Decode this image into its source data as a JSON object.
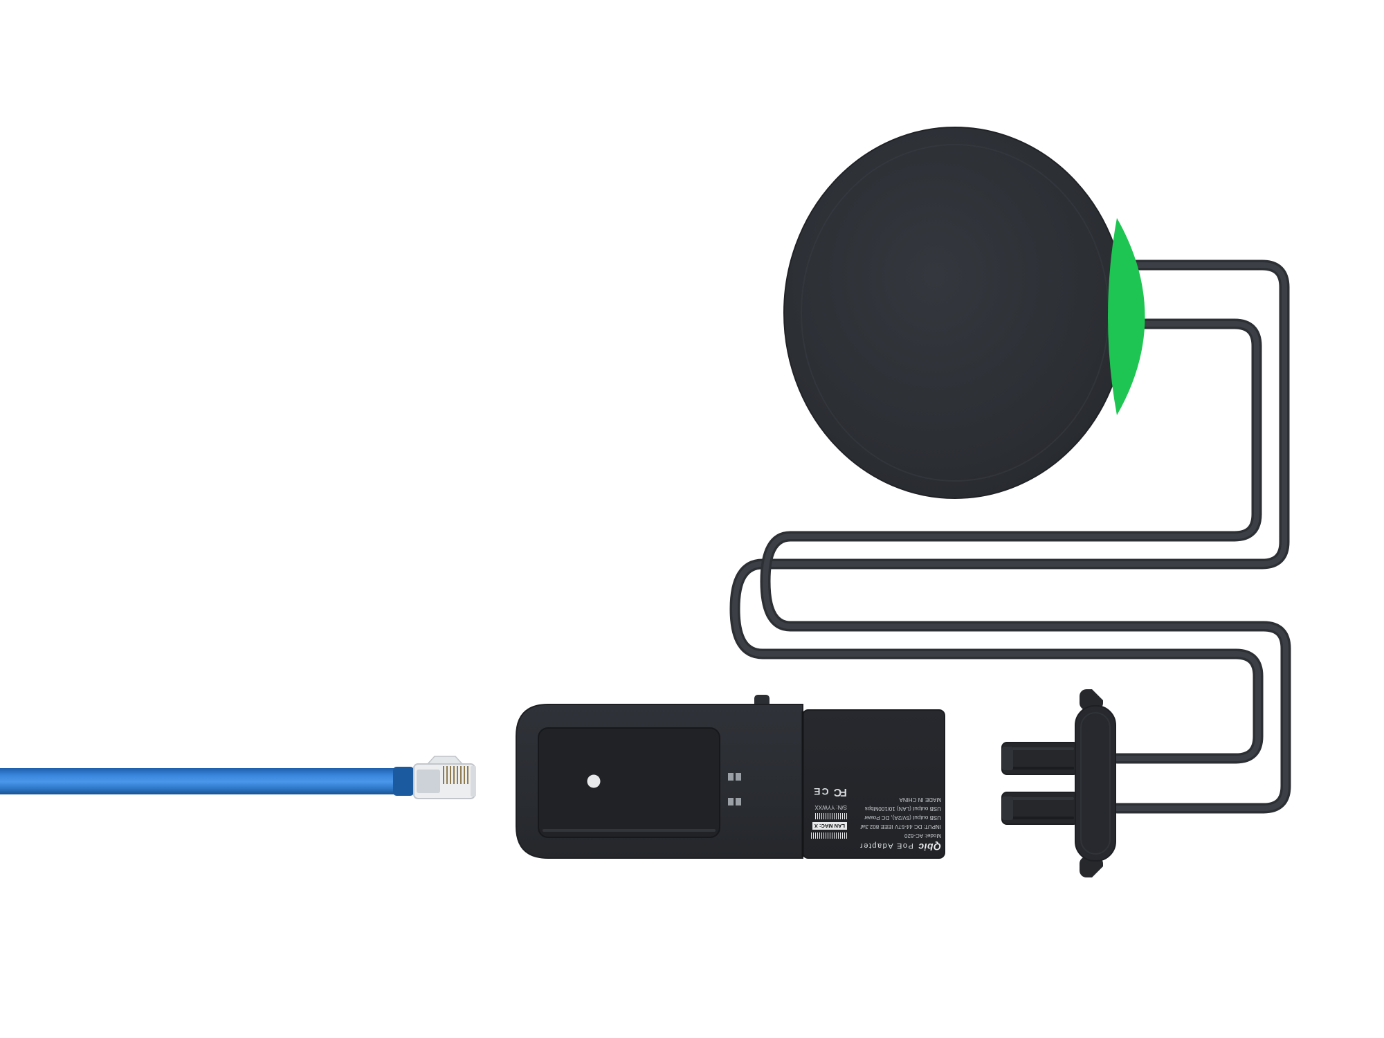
{
  "scene": {
    "colors": {
      "device_body": "#2b2e33",
      "accent_green": "#1fc552",
      "cable": "#34373c",
      "ethernet_blue": "#2f7dd1",
      "rj45_body": "#e9ebee"
    }
  },
  "label": {
    "brand": "Qbic",
    "product": "PoE Adapter",
    "model": "Model: AC-620",
    "input": "INPUT: DC 44-57V IEEE 802.3af",
    "usb_power": "USB output (5V/2A), DC Power",
    "usb_lan": "USB output (LAN) 10/100Mbps",
    "made_in": "MADE IN CHINA",
    "serial": "S/N: YYWXX",
    "lan_mac": "LAN MAC: X",
    "fcc_mark": "FC",
    "ce_mark": "CE"
  }
}
